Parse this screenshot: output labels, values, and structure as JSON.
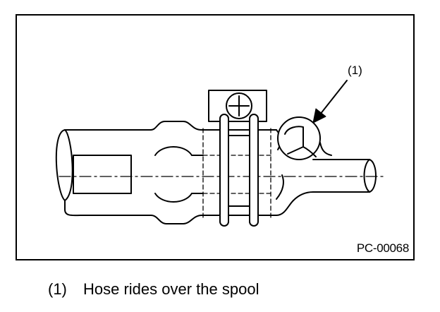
{
  "figure": {
    "id_label": "PC-00068",
    "callout_number": "(1)"
  },
  "caption": {
    "number": "(1)",
    "text": "Hose rides over the spool"
  },
  "icons": {
    "clamp_screw": "screw-head-icon",
    "pointer": "arrow-icon"
  }
}
